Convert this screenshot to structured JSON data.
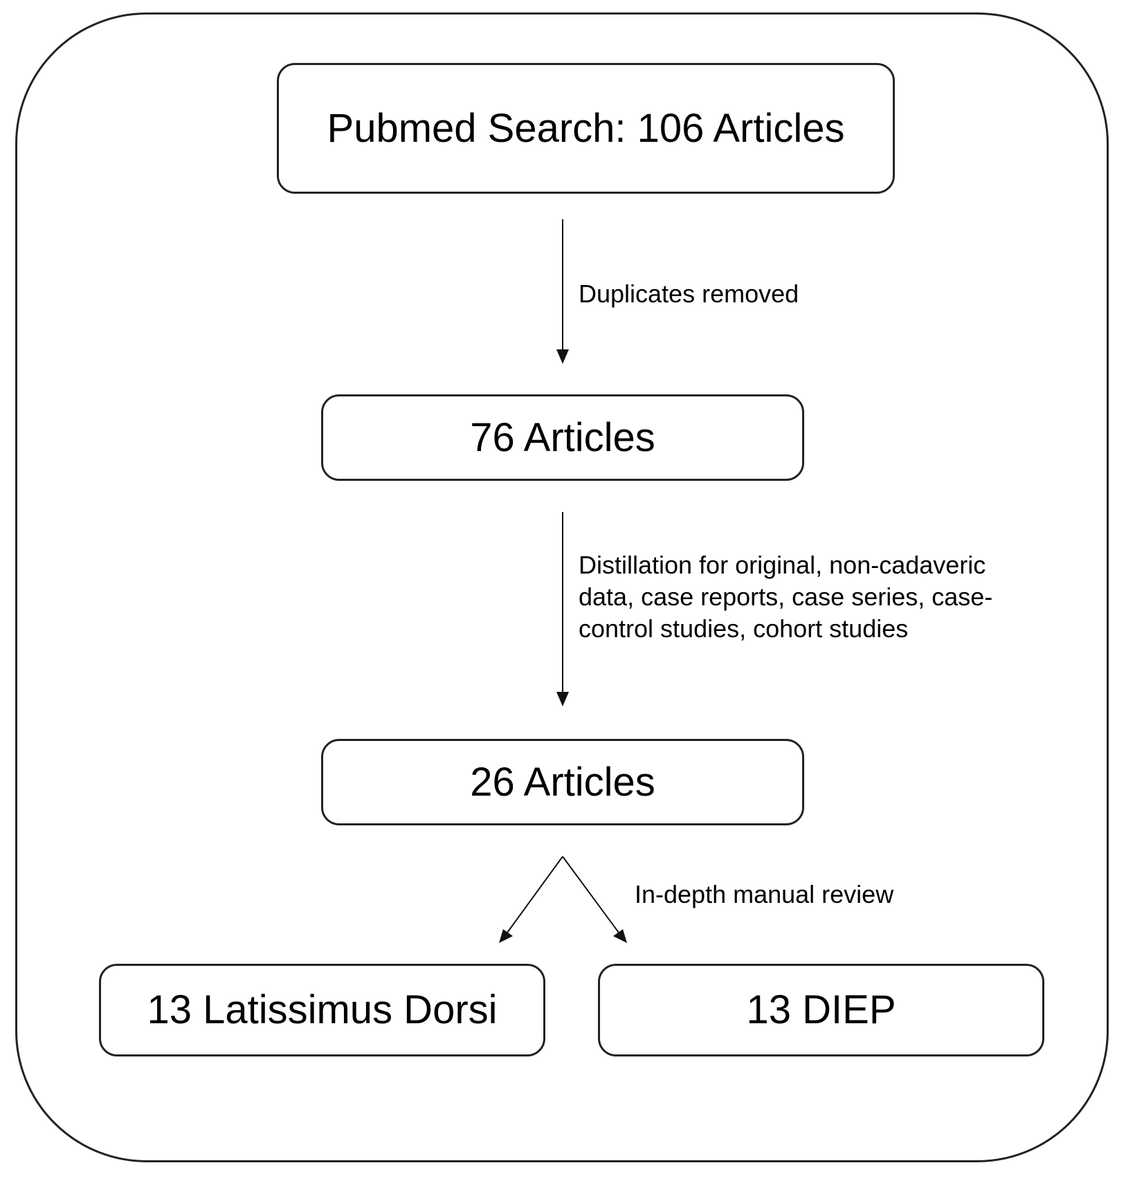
{
  "flow": {
    "search_box": {
      "label": "Pubmed Search: 106 Articles"
    },
    "step1": {
      "label": "Duplicates removed"
    },
    "box_76": {
      "label": "76 Articles"
    },
    "step2": {
      "lines": [
        "Distillation for original, non-cadaveric",
        "data, case reports, case series, case-",
        "control studies, cohort studies"
      ]
    },
    "box_26": {
      "label": "26 Articles"
    },
    "step3": {
      "label": "In-depth manual review"
    },
    "box_ld": {
      "label": "13 Latissimus Dorsi"
    },
    "box_diep": {
      "label": "13 DIEP"
    }
  }
}
